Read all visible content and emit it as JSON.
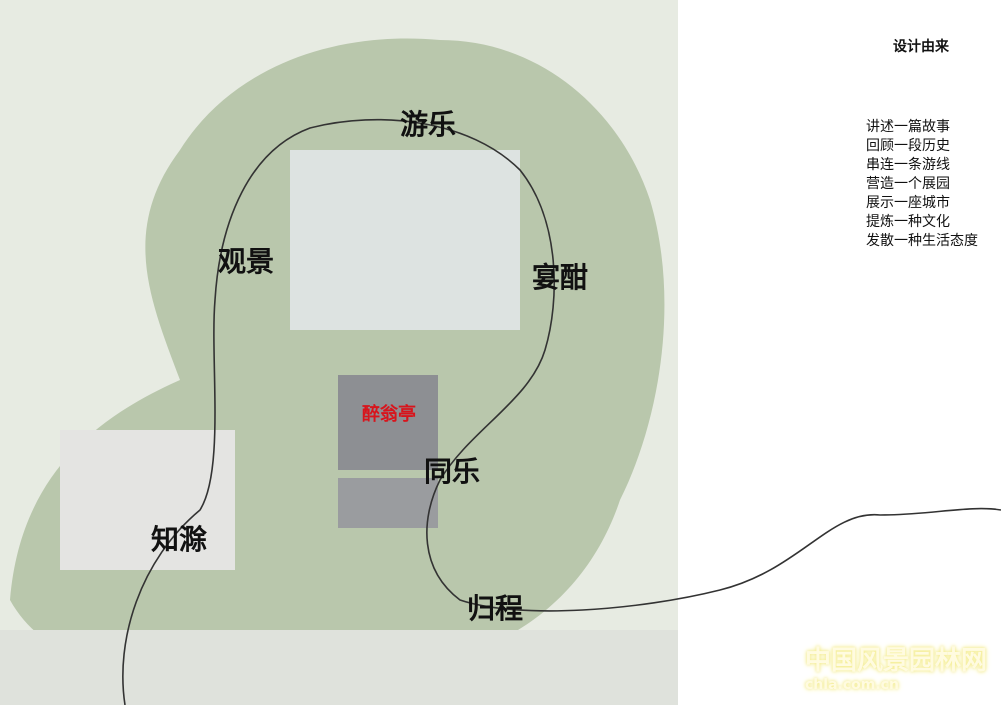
{
  "sidebar": {
    "title": "设计由来",
    "lines": [
      "讲述一篇故事",
      "回顾一段历史",
      "串连一条游线",
      "营造一个展园",
      "展示一座城市",
      "提炼一种文化",
      "发散一种生活态度"
    ]
  },
  "map": {
    "labels": {
      "youle": "游乐",
      "guanjing": "观景",
      "yanhan": "宴酣",
      "pavilion": "醉翁亭",
      "tongle": "同乐",
      "zhichu": "知滁",
      "guicheng": "归程"
    },
    "pavilion_color": "#d8141c"
  },
  "watermark": {
    "name": "中国风景园林网",
    "url": "chla.com.cn"
  }
}
